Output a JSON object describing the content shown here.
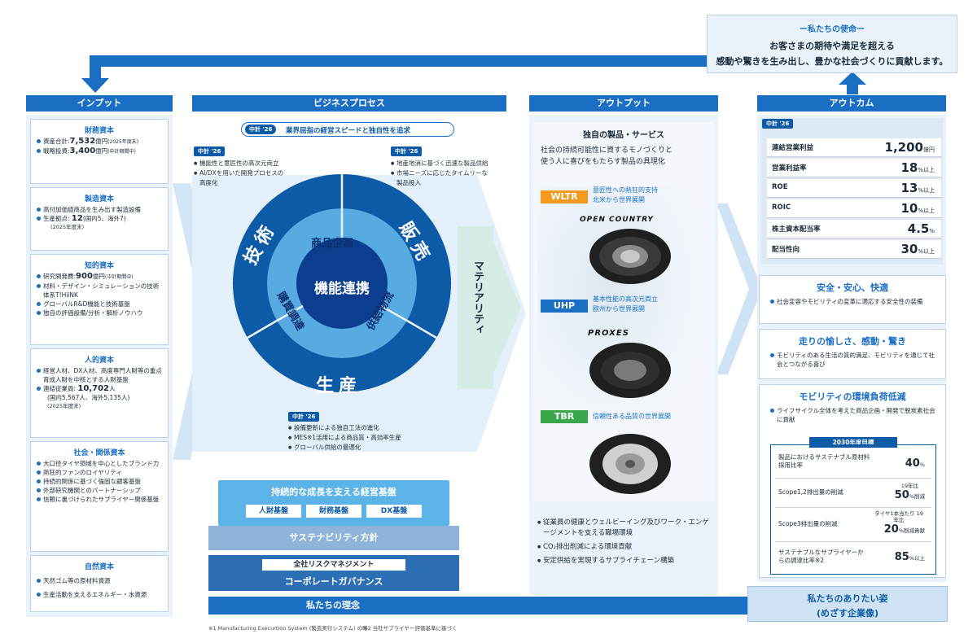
{
  "mission": {
    "title": "ー私たちの使命ー",
    "line1": "お客さまの期待や満足を超える",
    "line2": "感動や驚きを生み出し、豊かな社会づくりに貢献します。"
  },
  "headers": {
    "input": "インプット",
    "process": "ビジネスプロセス",
    "output": "アウトプット",
    "outcome": "アウトカム"
  },
  "capitals": [
    {
      "title": "財務資本",
      "items": [
        {
          "label": "資産合計:",
          "value": "7,532",
          "unit": "億円",
          "note": "(2025年度末)"
        },
        {
          "label": "戦略投資:",
          "value": "3,400",
          "unit": "億円",
          "note": "(中計期間中)"
        }
      ]
    },
    {
      "title": "製造資本",
      "items": [
        {
          "label": "高付加価値商品を生み出す製造設備"
        },
        {
          "label": "生産拠点:",
          "value": "12",
          "unit": "(国内5、海外7)",
          "note2": "(2025年度末)"
        }
      ]
    },
    {
      "title": "知的資本",
      "items": [
        {
          "label": "研究開発費:",
          "value": "900",
          "unit": "億円",
          "note": "(中計期間中)"
        },
        {
          "label": "材料・デザイン・シミュレーションの技術体系T!HiiNK"
        },
        {
          "label": "グローバルR&D機能と技術基盤"
        },
        {
          "label": "独自の評価設備/分析・解析ノウハウ"
        }
      ]
    },
    {
      "title": "人的資本",
      "items": [
        {
          "label": "経営人材、DX人材、高度専門人財等の重点育成人財を中核とする人財基盤"
        },
        {
          "label": "連結従業員:",
          "value": "10,702",
          "unit": "人",
          "note2": "(国内5,567人、海外5,135人)",
          "note3": "(2025年度末)"
        }
      ]
    },
    {
      "title": "社会・関係資本",
      "items": [
        {
          "label": "大口径タイヤ領域を中心としたブランド力"
        },
        {
          "label": "熱狂的ファンのロイヤリティ"
        },
        {
          "label": "持続的関係に基づく強固な顧客基盤"
        },
        {
          "label": "外部研究機関とのパートナーシップ"
        },
        {
          "label": "信頼に裏づけられたサプライヤー関係基盤"
        }
      ]
    },
    {
      "title": "自然資本",
      "items": [
        {
          "label": "天然ゴム等の原材料資源"
        },
        {
          "label": "生産活動を支えるエネルギー・水資源"
        }
      ]
    }
  ],
  "process": {
    "chukei_label": "中計 '26",
    "banner": "業界屈指の経営スピードと独自性を追求",
    "left_note": [
      "機能性と意匠性の高次元両立",
      "AI/DXを用いた開発プロセスの",
      "高度化"
    ],
    "right_note": [
      "地産地消に基づく迅速な製品供給",
      "市場ニーズに応じたタイムリーな",
      "製品投入"
    ],
    "bottom_note": [
      "設備更新による独自工法の進化",
      "MES※1活用による商品質・高効率生産",
      "グローバル供給の最適化"
    ],
    "outer": {
      "tech": "技術",
      "sales": "販売",
      "prod": "生産"
    },
    "inner": {
      "plan": "商品企画",
      "buy": "購買調達",
      "supply": "供給物流"
    },
    "center": "機能連携",
    "materiality": "マテリアリティ",
    "foundation_title": "持続的な成長を支える経営基盤",
    "foundation_items": [
      "人財基盤",
      "財務基盤",
      "DX基盤"
    ],
    "sustainability": "サステナビリティ方針",
    "risk": "全社リスクマネジメント",
    "governance": "コーポレートガバナンス",
    "philosophy": "私たちの理念"
  },
  "output": {
    "title": "独自の製品・サービス",
    "desc": [
      "社会の持続可能性に資するモノづくりと",
      "使う人に喜びをもたらす製品の具現化"
    ],
    "products": [
      {
        "tag": "WLTR",
        "color": "#f39a1e",
        "desc": [
          "意匠性への熱狂的支持",
          "北米から世界展開"
        ],
        "logo": "OPEN COUNTRY"
      },
      {
        "tag": "UHP",
        "color": "#1a6fc4",
        "desc": [
          "基本性能の高次元両立",
          "欧州から世界展開"
        ],
        "logo": "PROXES"
      },
      {
        "tag": "TBR",
        "color": "#3aa64a",
        "desc": [
          "信頼性ある品質の世界展開"
        ],
        "logo": ""
      }
    ],
    "bullets": [
      "従業員の健康とウェルビーイング及びワーク・エンゲージメントを支える職場環境",
      "CO₂排出削減による環境貢献",
      "安定供給を実現するサプライチェーン構築"
    ]
  },
  "outcome": {
    "chukei_label": "中計 '26",
    "kpis": [
      {
        "label": "連結営業利益",
        "value": "1,200",
        "unit": "億円"
      },
      {
        "label": "営業利益率",
        "value": "18",
        "unit": "%以上"
      },
      {
        "label": "ROE",
        "value": "13",
        "unit": "%以上"
      },
      {
        "label": "ROIC",
        "value": "10",
        "unit": "%以上"
      },
      {
        "label": "株主資本配当率",
        "value": "4.5",
        "unit": "%"
      },
      {
        "label": "配当性向",
        "value": "30",
        "unit": "%以上"
      }
    ],
    "box1": {
      "title": "安全・安心、快適",
      "text": "社会変容やモビリティの変革に適応する安全性の装備"
    },
    "box2": {
      "title": "走りの愉しさ、感動・驚き",
      "text": "モビリティのある生活の質的満足、モビリティを通じて社会とつながる喜び"
    },
    "box3": {
      "title": "モビリティの環境負荷低減",
      "text": "ライフサイクル全体を考えた商品企画・開発で脱炭素社会に貢献"
    },
    "targets_title": "2030年度目標",
    "targets": [
      {
        "label": "製品におけるサステナブル原材料採用比率",
        "pre": "",
        "value": "40",
        "unit": "%"
      },
      {
        "label": "Scope1,2排出量の削減",
        "pre": "19年比",
        "value": "50",
        "unit": "%削減"
      },
      {
        "label": "Scope3排出量の削減",
        "pre": "タイヤ1本当たり 19年比",
        "value": "20",
        "unit": "%削減貢献"
      },
      {
        "label": "サステナブルなサプライヤーからの調達比率※2",
        "pre": "",
        "value": "85",
        "unit": "%以上"
      }
    ],
    "vision1": "私たちのありたい姿",
    "vision2": "(めざす企業像)"
  },
  "footnotes": {
    "n1": "※1  Manufacturing Execurtion System (製造実行システム) の略",
    "n2": "※2  当社サプライヤー評価基準に基づく"
  },
  "colors": {
    "primary": "#1a6fc4",
    "dark": "#0d5aa7",
    "light": "#eaf3fb"
  }
}
